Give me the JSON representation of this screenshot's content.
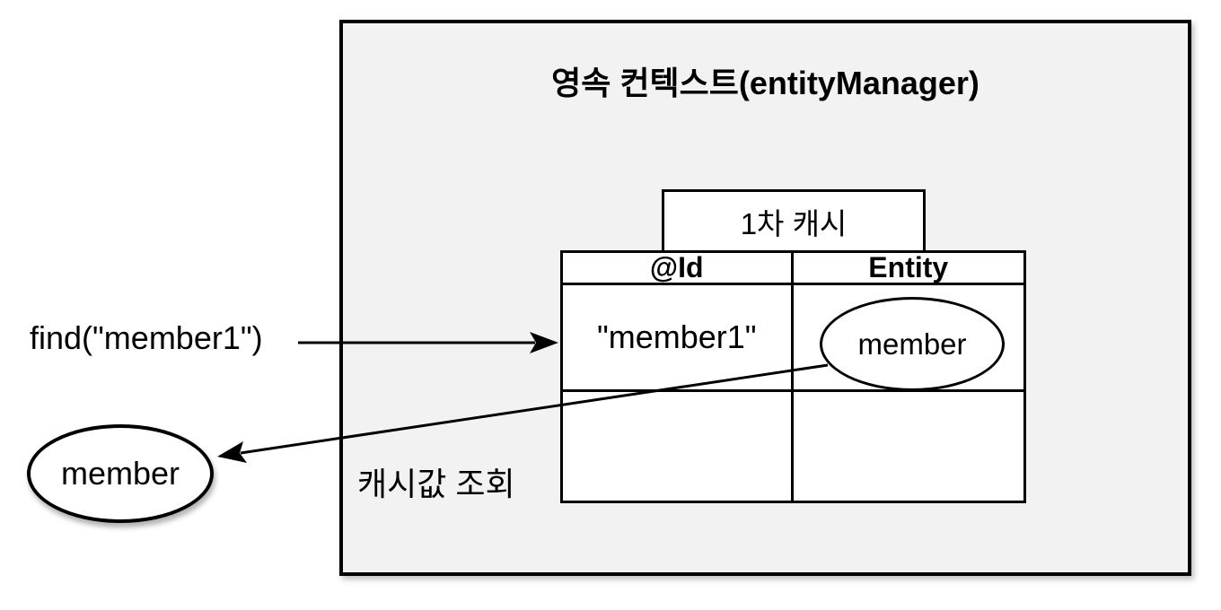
{
  "diagram": {
    "context": {
      "title": "영속 컨텍스트(entityManager)"
    },
    "cache": {
      "label": "1차 캐시"
    },
    "table": {
      "headers": [
        "@Id",
        "Entity"
      ],
      "rows": [
        {
          "id": "\"member1\"",
          "entity": "member"
        },
        {
          "id": "",
          "entity": ""
        }
      ]
    },
    "labels": {
      "find_call": "find(\"member1\")",
      "cache_lookup": "캐시값 조회"
    },
    "result": {
      "entity": "member"
    },
    "colors": {
      "context_fill": "#f2f2f3",
      "stroke": "#000000",
      "page_bg": "#ffffff"
    }
  }
}
